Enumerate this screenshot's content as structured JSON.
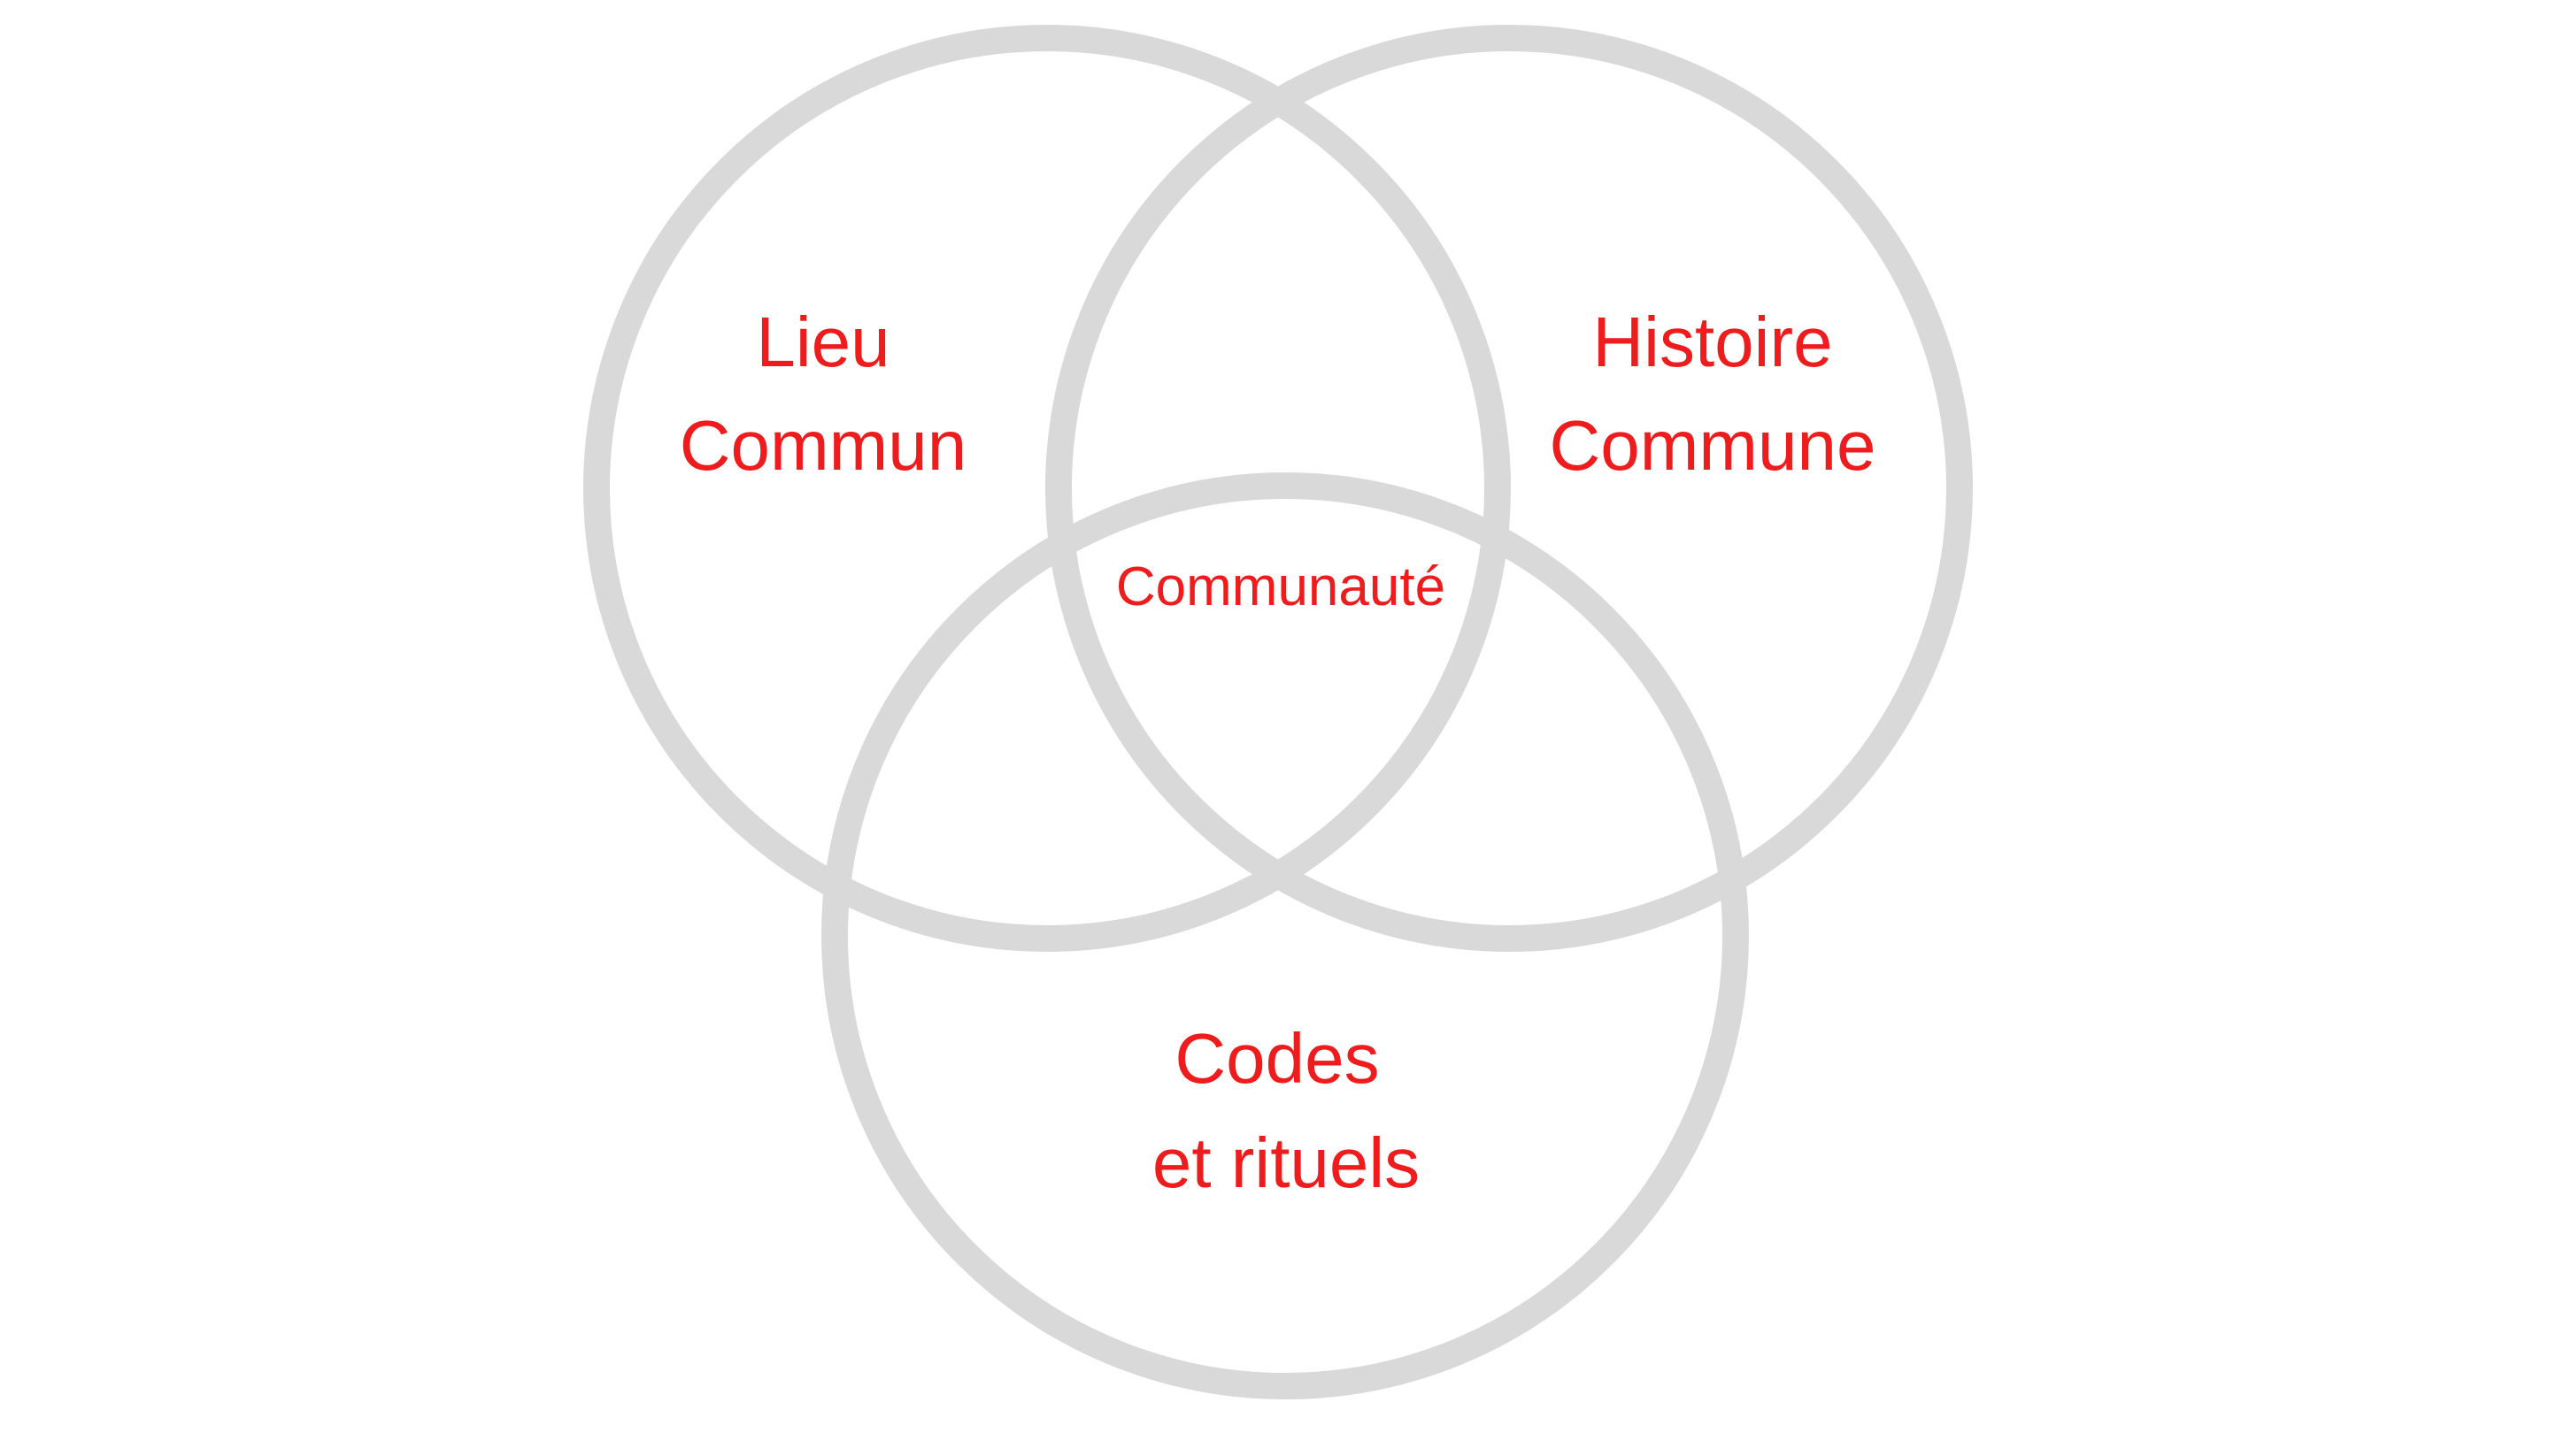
{
  "colors": {
    "circle_stroke": "#d9d9d9",
    "label_text": "#ee1c1c",
    "background": "#ffffff"
  },
  "circles": [
    {
      "id": "lieu",
      "line1": "Lieu",
      "line2": "Commun"
    },
    {
      "id": "histoire",
      "line1": "Histoire",
      "line2": "Commune"
    },
    {
      "id": "codes",
      "line1": "Codes",
      "line2": "et rituels"
    }
  ],
  "center_label": "Communauté"
}
